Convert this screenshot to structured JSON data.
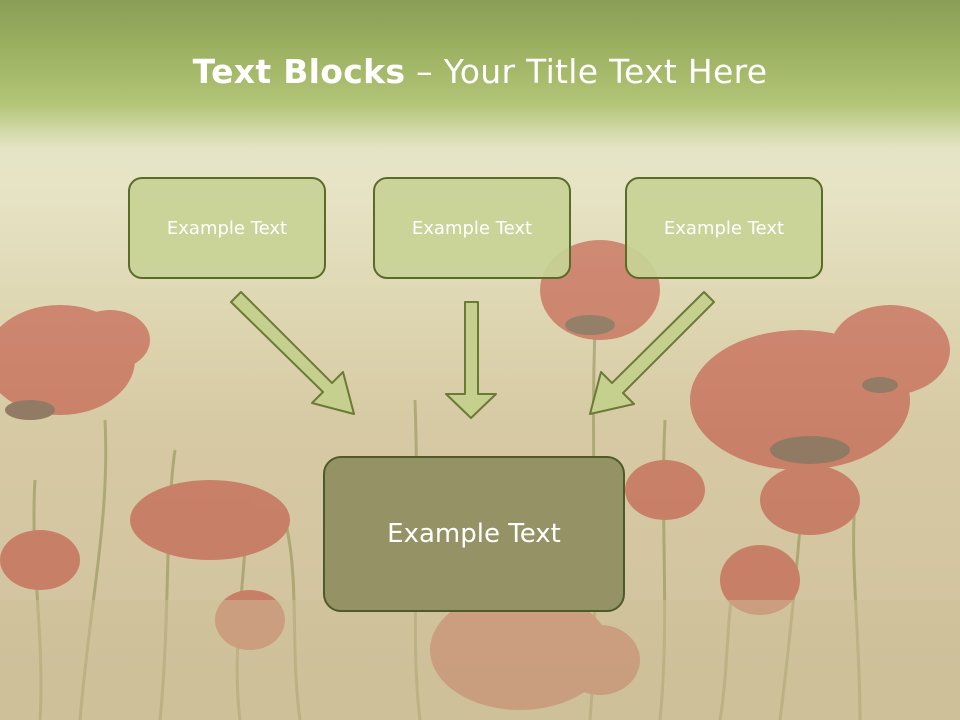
{
  "slide": {
    "title_bold": "Text Blocks",
    "title_rest": " – Your Title Text Here",
    "boxes": [
      {
        "label": "Example Text"
      },
      {
        "label": "Example Text"
      },
      {
        "label": "Example Text"
      }
    ],
    "main_box": {
      "label": "Example Text"
    }
  },
  "colors": {
    "header": "#9db262",
    "box_fill": "#c8d396",
    "box_border": "#5a6b2a",
    "main_box_fill": "#959366",
    "arrow_fill": "#c5d08f",
    "arrow_stroke": "#6b7a35"
  }
}
